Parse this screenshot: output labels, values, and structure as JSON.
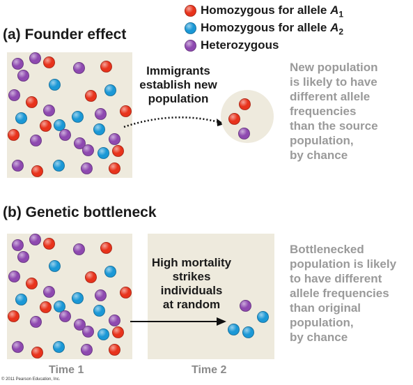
{
  "legend": {
    "items": [
      {
        "text": "Homozygous for allele ",
        "allele": "A",
        "sub": "1",
        "type": "red"
      },
      {
        "text": "Homozygous for allele ",
        "allele": "A",
        "sub": "2",
        "type": "blue"
      },
      {
        "text": "Heterozygous",
        "allele": "",
        "sub": "",
        "type": "purple"
      }
    ]
  },
  "colors": {
    "red": "#e8331c",
    "blue": "#1b98d6",
    "purple": "#8e49b0",
    "box": "#eeeadd",
    "note": "#9a9a9a"
  },
  "panel_a": {
    "title": "(a) Founder effect",
    "annotation": [
      "Immigrants",
      "establish new",
      "population"
    ],
    "note": [
      "New population",
      "is likely to have",
      "different allele",
      "frequencies",
      "than the source",
      "population,",
      "by chance"
    ]
  },
  "panel_b": {
    "title": "(b) Genetic bottleneck",
    "annotation": [
      "High mortality",
      "strikes",
      "individuals",
      "at random"
    ],
    "note": [
      "Bottlenecked",
      "population is likely",
      "to have different",
      "allele frequencies",
      "than original",
      "population,",
      "by chance"
    ],
    "time1": "Time 1",
    "time2": "Time 2"
  },
  "copyright": "© 2011 Pearson Education, Inc."
}
